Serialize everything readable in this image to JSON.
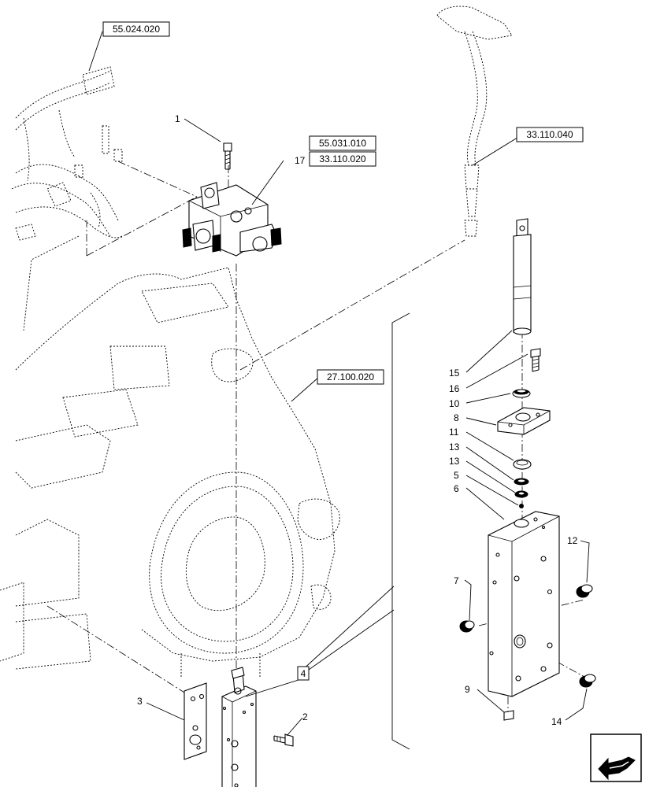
{
  "reference_codes": {
    "wiring_harness": "55.024.020",
    "valve_ref_a": "55.031.010",
    "valve_ref_b": "33.110.020",
    "hose_ref": "33.110.040",
    "housing_ref": "27.100.020"
  },
  "callouts": {
    "p1": "1",
    "p2": "2",
    "p3": "3",
    "p4": "4",
    "p5": "5",
    "p6": "6",
    "p7": "7",
    "p8": "8",
    "p9": "9",
    "p10": "10",
    "p11": "11",
    "p12": "12",
    "p13a": "13",
    "p13b": "13",
    "p14": "14",
    "p15": "15",
    "p16": "16",
    "p17": "17"
  },
  "icons": {
    "navigation": "arrow-back-icon"
  }
}
